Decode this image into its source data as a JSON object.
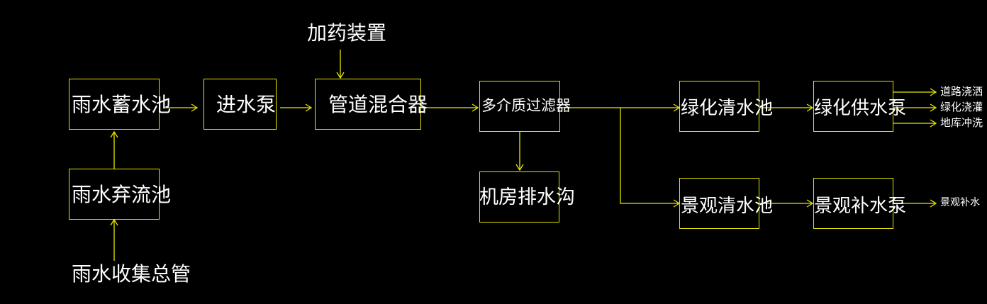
{
  "nodes": {
    "rain_storage": "雨水蓄水池",
    "inlet_pump": "进水泵",
    "pipe_mixer": "管道混合器",
    "multimedia_filter": "多介质过滤器",
    "green_clear_pool": "绿化清水池",
    "green_supply_pump": "绿化供水泵",
    "first_flush_pool": "雨水弃流池",
    "drain_trench": "机房排水沟",
    "landscape_clear_pool": "景观清水池",
    "landscape_makeup_pump": "景观补水泵"
  },
  "labels": {
    "dosing": "加药装置",
    "collection_main": "雨水收集总管",
    "road_watering": "道路浇洒",
    "green_irrigation": "绿化浇灌",
    "garage_flushing": "地库冲洗",
    "landscape_makeup": "景观补水"
  },
  "colors": {
    "line": "#e6e600",
    "text": "#ffffff",
    "background": "#000000"
  }
}
